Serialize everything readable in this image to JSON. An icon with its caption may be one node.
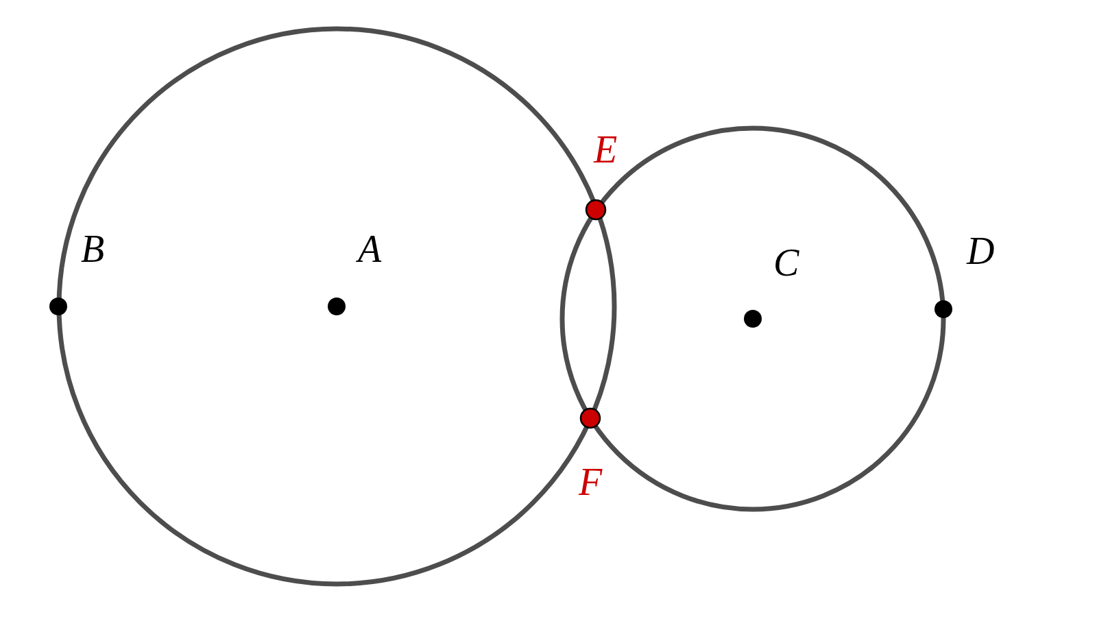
{
  "diagram": {
    "labels": [
      "E",
      "B",
      "A",
      "D",
      "C",
      "F"
    ]
  }
}
